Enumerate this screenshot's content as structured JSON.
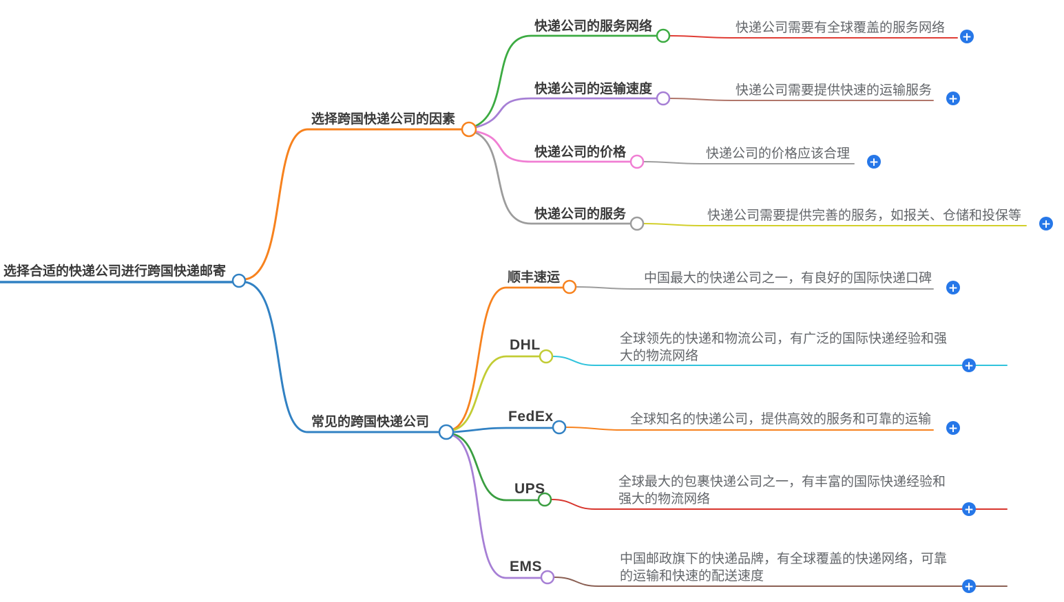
{
  "root": {
    "label": "选择合适的快递公司进行跨国快递邮寄",
    "color": "#3181c3"
  },
  "branches": [
    {
      "label": "选择跨国快递公司的因素",
      "color": "#f7821e",
      "children": [
        {
          "label": "快递公司的服务网络",
          "color": "#3cab42",
          "detail": "快递公司需要有全球覆盖的服务网络",
          "detail_color": "#e03c34"
        },
        {
          "label": "快递公司的运输速度",
          "color": "#a67fd5",
          "detail": "快递公司需要提供快速的运输服务",
          "detail_color": "#b0766a"
        },
        {
          "label": "快递公司的价格",
          "color": "#f07ed3",
          "detail": "快递公司的价格应该合理",
          "detail_color": "#9c9c9c"
        },
        {
          "label": "快递公司的服务",
          "color": "#9c9c9c",
          "detail": "快递公司需要提供完善的服务，如报关、仓储和投保等",
          "detail_color": "#d2cf2a"
        }
      ]
    },
    {
      "label": "常见的跨国快递公司",
      "color": "#3181c3",
      "children": [
        {
          "label": "顺丰速运",
          "color": "#f7821e",
          "detail": "中国最大的快递公司之一，有良好的国际快递口碑",
          "detail_color": "#9c9c9c"
        },
        {
          "label": "DHL",
          "color": "#c2cc34",
          "detail": "全球领先的快递和物流公司，有广泛的国际快递经验和强大的物流网络",
          "detail_color": "#30c3dc"
        },
        {
          "label": "FedEx",
          "color": "#3181c3",
          "detail": "全球知名的快递公司，提供高效的服务和可靠的运输",
          "detail_color": "#f7821e"
        },
        {
          "label": "UPS",
          "color": "#3a9e41",
          "detail": "全球最大的包裹快递公司之一，有丰富的国际快递经验和强大的物流网络",
          "detail_color": "#d7342c"
        },
        {
          "label": "EMS",
          "color": "#a67fd5",
          "detail": "中国邮政旗下的快递品牌，有全球覆盖的快递网络，可靠的运输和快速的配送速度",
          "detail_color": "#8a5f53"
        }
      ]
    }
  ],
  "icons": {
    "plus_glyph": "+",
    "plus_color": "#2677e8"
  }
}
